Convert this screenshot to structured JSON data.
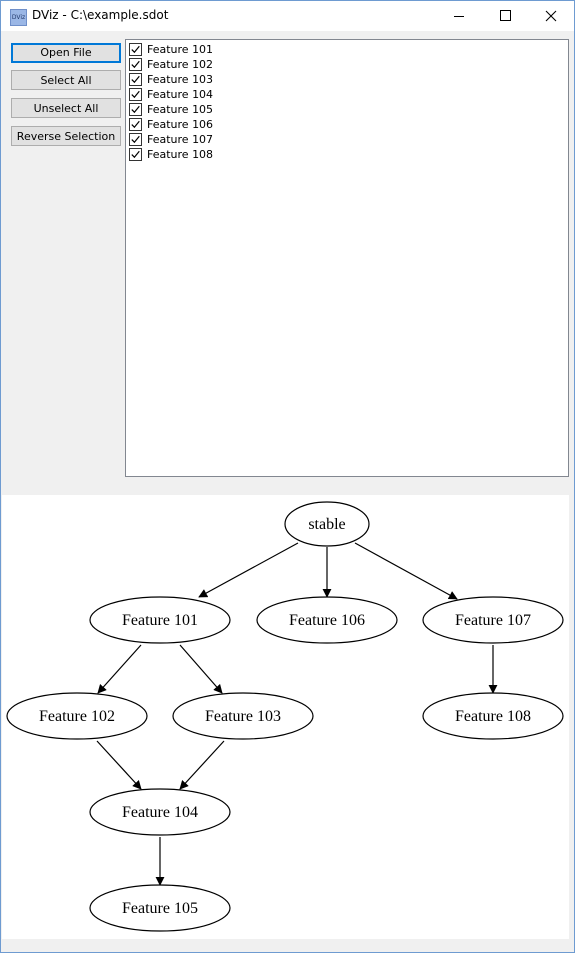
{
  "window": {
    "title": "DViz - C:\\example.sdot",
    "icon_text": "DViz"
  },
  "toolbar": {
    "open_label": "Open File",
    "select_all_label": "Select All",
    "unselect_all_label": "Unselect All",
    "reverse_label": "Reverse Selection"
  },
  "features": [
    {
      "label": "Feature 101",
      "checked": true
    },
    {
      "label": "Feature 102",
      "checked": true
    },
    {
      "label": "Feature 103",
      "checked": true
    },
    {
      "label": "Feature 104",
      "checked": true
    },
    {
      "label": "Feature 105",
      "checked": true
    },
    {
      "label": "Feature 106",
      "checked": true
    },
    {
      "label": "Feature 107",
      "checked": true
    },
    {
      "label": "Feature 108",
      "checked": true
    }
  ],
  "graph": {
    "nodes": {
      "stable": "stable",
      "f101": "Feature 101",
      "f102": "Feature 102",
      "f103": "Feature 103",
      "f104": "Feature 104",
      "f105": "Feature 105",
      "f106": "Feature 106",
      "f107": "Feature 107",
      "f108": "Feature 108"
    }
  }
}
